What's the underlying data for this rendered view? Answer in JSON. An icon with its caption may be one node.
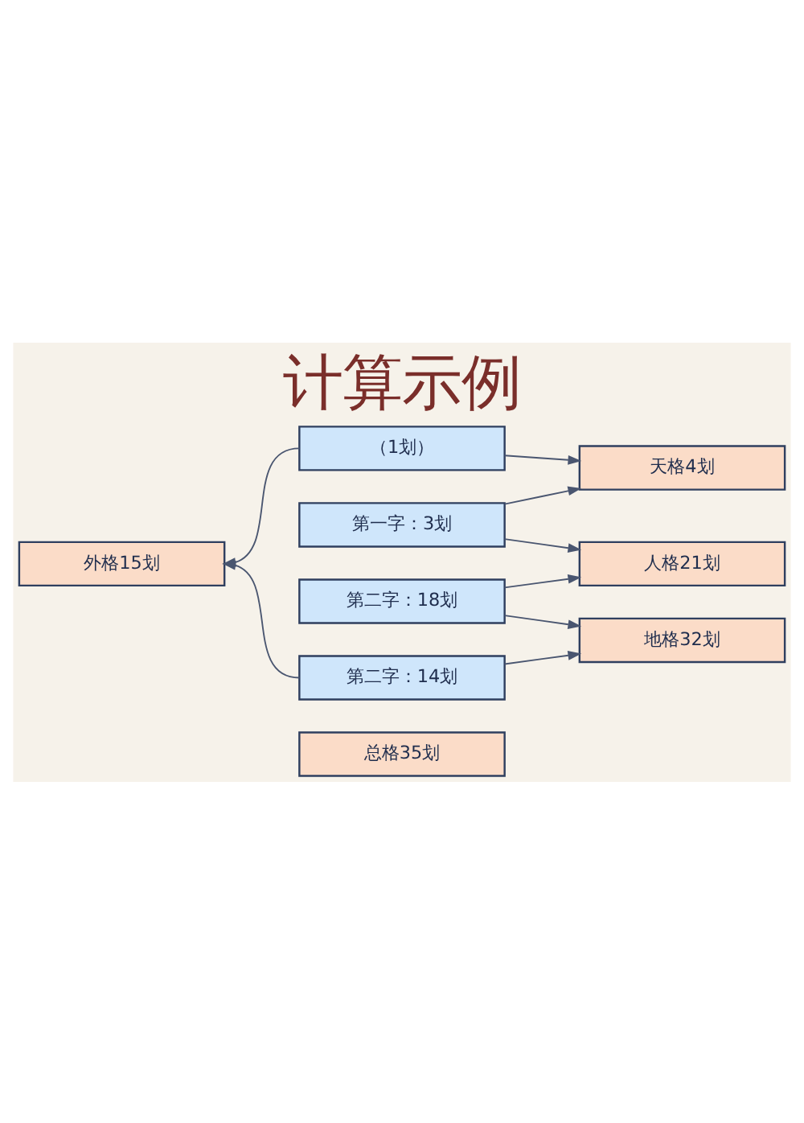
{
  "diagram": {
    "title": "计算示例",
    "nodes": [
      {
        "text": [
          "（1划）"
        ]
      },
      {
        "text": [
          "天格4划"
        ]
      },
      {
        "text": [
          "第一字：3划"
        ]
      },
      {
        "text": [
          "外格15划"
        ]
      },
      {
        "text": [
          "人格21划"
        ]
      },
      {
        "text": [
          "第二字：18划"
        ]
      },
      {
        "text": [
          "地格32划"
        ]
      },
      {
        "text": [
          "第二字：14划"
        ]
      },
      {
        "text": [
          "总格35划"
        ]
      }
    ],
    "edges": [
      {
        "from": 0,
        "to": 3,
        "arrow": "to"
      },
      {
        "from": 7,
        "to": 3,
        "arrow": "to"
      },
      {
        "from": 0,
        "to": 1,
        "arrow": "to"
      },
      {
        "from": 2,
        "to": 1,
        "arrow": "to"
      },
      {
        "from": 2,
        "to": 4,
        "arrow": "to"
      },
      {
        "from": 5,
        "to": 4,
        "arrow": "to"
      },
      {
        "from": 5,
        "to": 6,
        "arrow": "to"
      },
      {
        "from": 7,
        "to": 6,
        "arrow": "to"
      }
    ]
  }
}
